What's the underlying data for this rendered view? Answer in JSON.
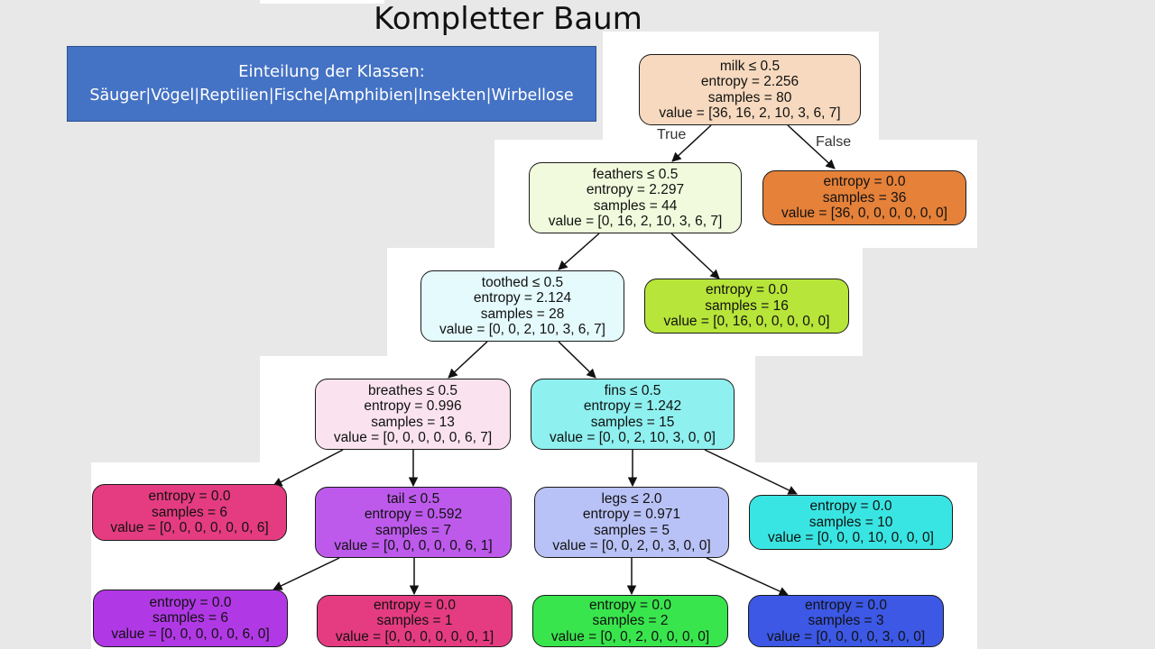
{
  "slide": {
    "title": "Kompletter Baum"
  },
  "info_box": {
    "heading": "Einteilung der Klassen:",
    "classes": "Säuger|Vögel|Reptilien|Fische|Amphibien|Insekten|Wirbellose",
    "color": "#4472c4"
  },
  "tree": {
    "edge_labels": {
      "true": "True",
      "false": "False"
    },
    "nodes": {
      "n0": {
        "split": "milk ≤ 0.5",
        "entropy": "entropy = 2.256",
        "samples": "samples = 80",
        "value": "value = [36, 16, 2, 10, 3, 6, 7]",
        "color": "#f6d9be"
      },
      "n1": {
        "split": "feathers ≤ 0.5",
        "entropy": "entropy = 2.297",
        "samples": "samples = 44",
        "value": "value = [0, 16, 2, 10, 3, 6, 7]",
        "color": "#f1fadc"
      },
      "n2": {
        "entropy": "entropy = 0.0",
        "samples": "samples = 36",
        "value": "value = [36, 0, 0, 0, 0, 0, 0]",
        "color": "#e58139"
      },
      "n3": {
        "split": "toothed ≤ 0.5",
        "entropy": "entropy = 2.124",
        "samples": "samples = 28",
        "value": "value = [0, 0, 2, 10, 3, 6, 7]",
        "color": "#e4fafc"
      },
      "n4": {
        "entropy": "entropy = 0.0",
        "samples": "samples = 16",
        "value": "value = [0, 16, 0, 0, 0, 0, 0]",
        "color": "#b7e539"
      },
      "n5": {
        "split": "breathes ≤ 0.5",
        "entropy": "entropy = 0.996",
        "samples": "samples = 13",
        "value": "value = [0, 0, 0, 0, 0, 6, 7]",
        "color": "#fae3ee"
      },
      "n6": {
        "split": "fins ≤ 0.5",
        "entropy": "entropy = 1.242",
        "samples": "samples = 15",
        "value": "value = [0, 0, 2, 10, 3, 0, 0]",
        "color": "#8ef0ef"
      },
      "n7": {
        "entropy": "entropy = 0.0",
        "samples": "samples = 6",
        "value": "value = [0, 0, 0, 0, 0, 0, 6]",
        "color": "#e53c81"
      },
      "n8": {
        "split": "tail ≤ 0.5",
        "entropy": "entropy = 0.592",
        "samples": "samples = 7",
        "value": "value = [0, 0, 0, 0, 0, 6, 1]",
        "color": "#bd5aeb"
      },
      "n9": {
        "split": "legs ≤ 2.0",
        "entropy": "entropy = 0.971",
        "samples": "samples = 5",
        "value": "value = [0, 0, 2, 0, 3, 0, 0]",
        "color": "#b9c2f6"
      },
      "n10": {
        "entropy": "entropy = 0.0",
        "samples": "samples = 10",
        "value": "value = [0, 0, 0, 10, 0, 0, 0]",
        "color": "#39e5e2"
      },
      "n11": {
        "entropy": "entropy = 0.0",
        "samples": "samples = 6",
        "value": "value = [0, 0, 0, 0, 0, 6, 0]",
        "color": "#b139e5"
      },
      "n12": {
        "entropy": "entropy = 0.0",
        "samples": "samples = 1",
        "value": "value = [0, 0, 0, 0, 0, 0, 1]",
        "color": "#e53c81"
      },
      "n13": {
        "entropy": "entropy = 0.0",
        "samples": "samples = 2",
        "value": "value = [0, 0, 2, 0, 0, 0, 0]",
        "color": "#39e54d"
      },
      "n14": {
        "entropy": "entropy = 0.0",
        "samples": "samples = 3",
        "value": "value = [0, 0, 0, 0, 3, 0, 0]",
        "color": "#3c58e5"
      }
    }
  }
}
